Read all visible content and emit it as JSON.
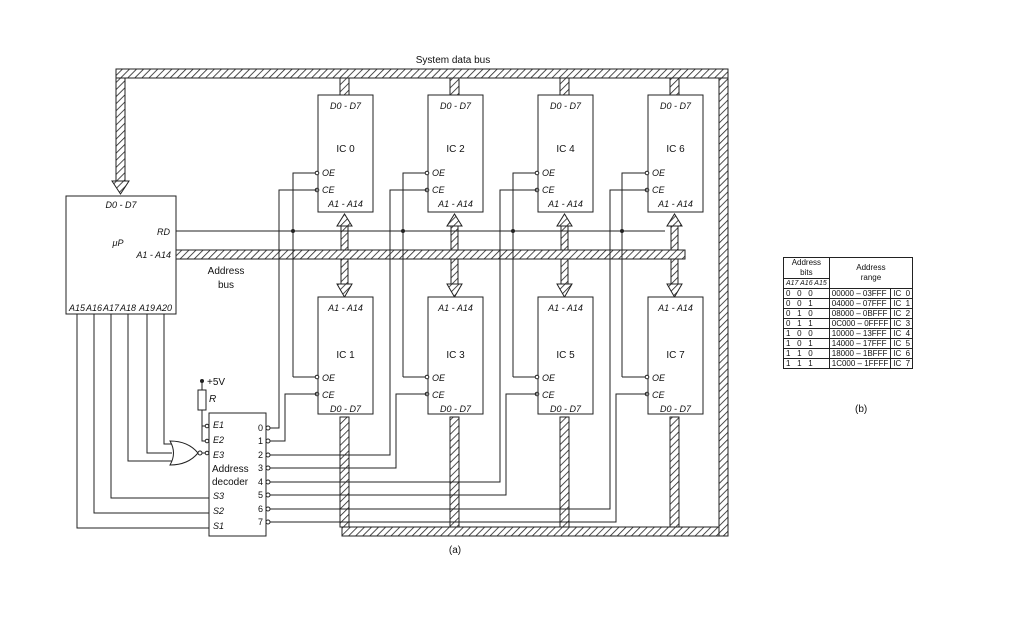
{
  "diagram": {
    "system_bus_label": "System data bus",
    "address_bus_label": [
      "Address",
      "bus"
    ],
    "caption_a": "(a)",
    "up": {
      "name": "μP",
      "data_pins": "D0 - D7",
      "rd": "RD",
      "addr_pins": "A1 - A14",
      "high_addr": [
        "A15",
        "A16",
        "A17",
        "A18",
        "A19",
        "A20"
      ]
    },
    "ics": [
      {
        "name": "IC 0",
        "data": "D0 - D7",
        "oe": "OE",
        "ce": "CE",
        "addr": "A1 - A14"
      },
      {
        "name": "IC 2",
        "data": "D0 - D7",
        "oe": "OE",
        "ce": "CE",
        "addr": "A1 - A14"
      },
      {
        "name": "IC 4",
        "data": "D0 - D7",
        "oe": "OE",
        "ce": "CE",
        "addr": "A1 - A14"
      },
      {
        "name": "IC 6",
        "data": "D0 - D7",
        "oe": "OE",
        "ce": "CE",
        "addr": "A1 - A14"
      },
      {
        "name": "IC 1",
        "data": "D0 - D7",
        "oe": "OE",
        "ce": "CE",
        "addr": "A1 - A14"
      },
      {
        "name": "IC 3",
        "data": "D0 - D7",
        "oe": "OE",
        "ce": "CE",
        "addr": "A1 - A14"
      },
      {
        "name": "IC 5",
        "data": "D0 - D7",
        "oe": "OE",
        "ce": "CE",
        "addr": "A1 - A14"
      },
      {
        "name": "IC 7",
        "data": "D0 - D7",
        "oe": "OE",
        "ce": "CE",
        "addr": "A1 - A14"
      }
    ],
    "decoder": {
      "inputs_e": [
        "E1",
        "E2",
        "E3"
      ],
      "label": [
        "Address",
        "decoder"
      ],
      "inputs_s": [
        "S3",
        "S2",
        "S1"
      ],
      "outputs": [
        "0",
        "1",
        "2",
        "3",
        "4",
        "5",
        "6",
        "7"
      ]
    },
    "supply": "+5V",
    "resistor": "R"
  },
  "table": {
    "header_bits": [
      "Address",
      "bits"
    ],
    "header_range": [
      "Address",
      "range"
    ],
    "bit_names": "A17 A16 A15",
    "rows": [
      {
        "bits": "0   0   0",
        "range": "00000 – 03FFF",
        "ic": "IC  0"
      },
      {
        "bits": "0   0   1",
        "range": "04000 – 07FFF",
        "ic": "IC  1"
      },
      {
        "bits": "0   1   0",
        "range": "08000 – 0BFFF",
        "ic": "IC  2"
      },
      {
        "bits": "0   1   1",
        "range": "0C000 – 0FFFF",
        "ic": "IC  3"
      },
      {
        "bits": "1   0   0",
        "range": "10000 – 13FFF",
        "ic": "IC  4"
      },
      {
        "bits": "1   0   1",
        "range": "14000 – 17FFF",
        "ic": "IC  5"
      },
      {
        "bits": "1   1   0",
        "range": "18000 – 1BFFF",
        "ic": "IC  6"
      },
      {
        "bits": "1   1   1",
        "range": "1C000 – 1FFFF",
        "ic": "IC  7"
      }
    ],
    "caption": "(b)"
  }
}
